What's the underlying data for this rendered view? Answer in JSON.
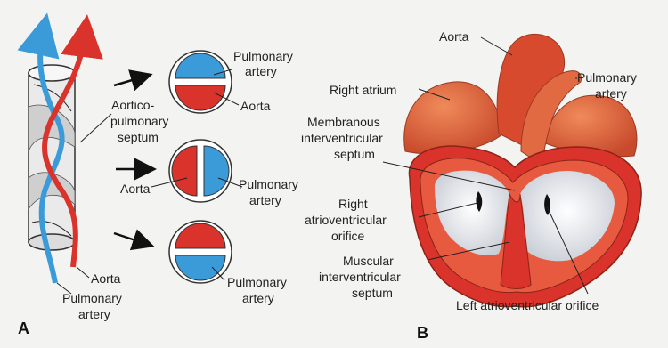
{
  "panel_a": {
    "letter": "A",
    "labels": {
      "septum_1": "Aortico-",
      "septum_2": "pulmonary",
      "septum_3": "septum",
      "aorta_bottom": "Aorta",
      "pulm_bottom_1": "Pulmonary",
      "pulm_bottom_2": "artery",
      "c1_pulm_1": "Pulmonary",
      "c1_pulm_2": "artery",
      "c1_aorta": "Aorta",
      "c2_aorta": "Aorta",
      "c2_pulm_1": "Pulmonary",
      "c2_pulm_2": "artery",
      "c3_pulm_1": "Pulmonary",
      "c3_pulm_2": "artery"
    }
  },
  "panel_b": {
    "letter": "B",
    "labels": {
      "aorta": "Aorta",
      "pulm_1": "Pulmonary",
      "pulm_2": "artery",
      "right_atrium": "Right atrium",
      "memb_1": "Membranous",
      "memb_2": "interventricular",
      "memb_3": "septum",
      "rav_1": "Right",
      "rav_2": "atrioventricular",
      "rav_3": "orifice",
      "musc_1": "Muscular",
      "musc_2": "interventricular",
      "musc_3": "septum",
      "lav": "Left atrioventricular orifice"
    }
  },
  "colors": {
    "blue": "#3b9ad8",
    "red": "#d9332b",
    "heart_orange": "#e0603c",
    "heart_dark": "#c2452a",
    "ventricle_white": "#eef0f2",
    "paper": "#f3f3f1"
  }
}
